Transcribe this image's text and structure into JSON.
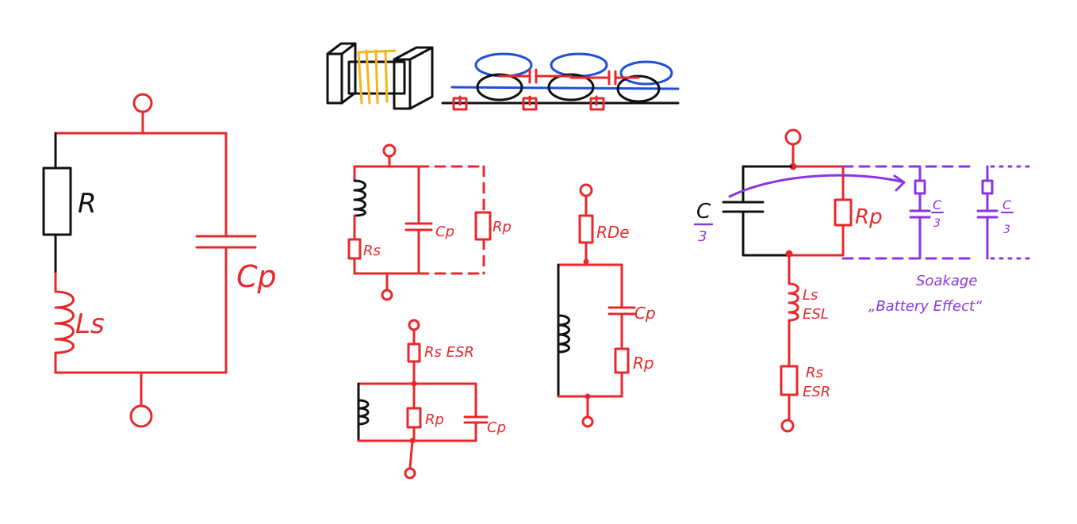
{
  "colors": {
    "red": "#e8282b",
    "black": "#111111",
    "blue": "#1f4fd6",
    "purple": "#8a35e0",
    "yellow": "#f2b51c"
  },
  "circuit_a": {
    "r": "R",
    "ls": "Ls",
    "cp": "Cp"
  },
  "circuit_b": {
    "rs": "Rs",
    "cp": "Cp",
    "rp": "Rp"
  },
  "circuit_c": {
    "rs_esr": "Rs ESR",
    "rp": "Rp",
    "cp": "Cp"
  },
  "circuit_d": {
    "rde": "RDe",
    "cp": "Cp",
    "rp": "Rp"
  },
  "circuit_e": {
    "c_num": "C",
    "c_den": "3",
    "rp": "Rp",
    "branch_num": "C",
    "branch_den": "3",
    "ls": "Ls",
    "esl": "ESL",
    "rs": "Rs",
    "esr": "ESR",
    "soakage": "Soakage",
    "battery_effect": "„Battery Effect“"
  }
}
